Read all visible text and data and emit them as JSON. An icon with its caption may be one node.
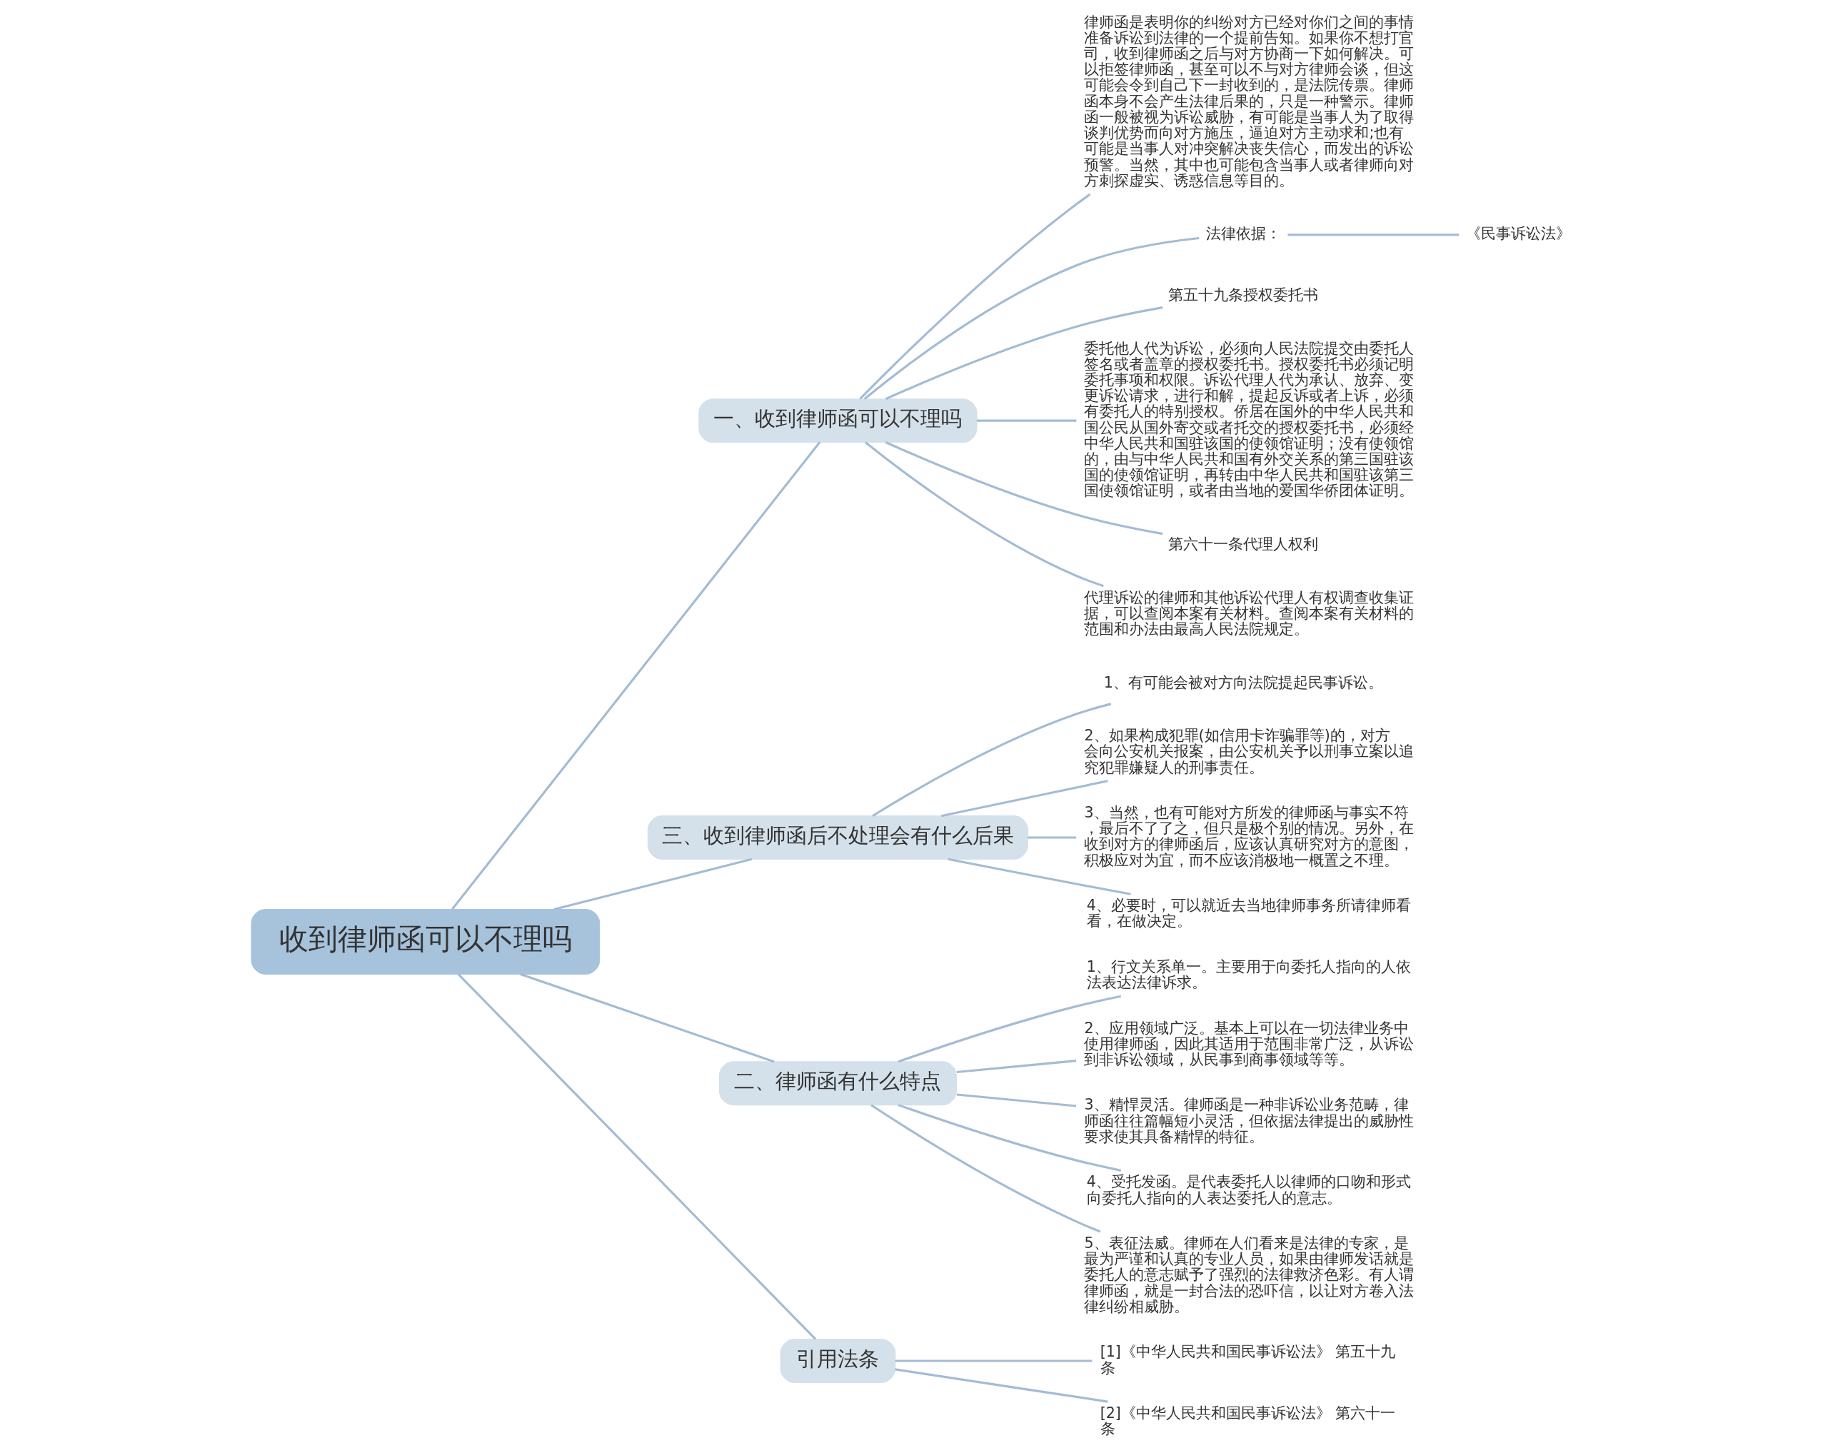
{
  "diagram": {
    "nodes": [
      {
        "text": [
          "收到律师函可以不理吗"
        ]
      },
      {
        "text": [
          "一、收到律师函可以不理吗"
        ]
      },
      {
        "text": [
          "律师函是表明你的纠纷对方已经对你们之间的事情准备诉讼到法律的一个提前告知。如果你不想打官司，收到律师函之后与对方协商一下如何解决。可以拒签律师函，甚至可以不与对方律师会谈，但这可能会令到自己下一封收到的，是法院传票。律师函本身不会产生法律后果的，只是一种警示。律师函一般被视为诉讼威胁，有可能是当事人为了取得谈判优势而向对方施压，逼迫对方主动求和;也有可能是当事人对冲突解决丧失信心，而发出的诉讼预警。当然，其中也可能包含当事人或者律师向对方刺探虚实、诱惑信息等目的。"
        ]
      },
      {
        "text": [
          "法律依据："
        ]
      },
      {
        "text": [
          "《民事诉讼法》"
        ]
      },
      {
        "text": [
          "第五十九条授权委托书"
        ]
      },
      {
        "text": [
          "委托他人代为诉讼，必须向人民法院提交由委托人签名或者盖章的授权委托书。授权委托书必须记明委托事项和权限。诉讼代理人代为承认、放弃、变更诉讼请求，进行和解，提起反诉或者上诉，必须有委托人的特别授权。侨居在国外的中华人民共和国公民从国外寄交或者托交的授权委托书，必须经中华人民共和国驻该国的使领馆证明；没有使领馆的，由与中华人民共和国有外交关系的第三国驻该国的使领馆证明，再转由中华人民共和国驻该第三国使领馆证明，或者由当地的爱国华侨团体证明。"
        ]
      },
      {
        "text": [
          "第六十一条代理人权利"
        ]
      },
      {
        "text": [
          "代理诉讼的律师和其他诉讼代理人有权调查收集证据，可以查阅本案有关材料。查阅本案有关材料的范围和办法由最高人民法院规定。"
        ]
      },
      {
        "text": [
          "三、收到律师函后不处理会有什么后果"
        ]
      },
      {
        "text": [
          "1、有可能会被对方向法院提起民事诉讼。"
        ]
      },
      {
        "text": [
          "2、如果构成犯罪(如信用卡诈骗罪等)的，对方会向公安机关报案，由公安机关予以刑事立案以追究犯罪嫌疑人的刑事责任。"
        ]
      },
      {
        "text": [
          "3、当然，也有可能对方所发的律师函与事实不符，最后不了了之，但只是极个别的情况。另外，在收到对方的律师函后，应该认真研究对方的意图，积极应对为宜，而不应该消极地一概置之不理。"
        ]
      },
      {
        "text": [
          "4、必要时，可以就近去当地律师事务所请律师看看，在做决定。"
        ]
      },
      {
        "text": [
          "二、律师函有什么特点"
        ]
      },
      {
        "text": [
          "1、行文关系单一。主要用于向委托人指向的人依法表达法律诉求。"
        ]
      },
      {
        "text": [
          "2、应用领域广泛。基本上可以在一切法律业务中使用律师函，因此其适用于范围非常广泛，从诉讼到非诉讼领域，从民事到商事领域等等。"
        ]
      },
      {
        "text": [
          "3、精悍灵活。律师函是一种非诉讼业务范畴，律师函往往篇幅短小灵活，但依据法律提出的威胁性要求使其具备精悍的特征。"
        ]
      },
      {
        "text": [
          "4、受托发函。是代表委托人以律师的口吻和形式向委托人指向的人表达委托人的意志。"
        ]
      },
      {
        "text": [
          "5、表征法威。律师在人们看来是法律的专家，是最为严谨和认真的专业人员，如果由律师发话就是委托人的意志赋予了强烈的法律救济色彩。有人谓律师函，就是一封合法的恐吓信，以让对方卷入法律纠纷相威胁。"
        ]
      },
      {
        "text": [
          "引用法条"
        ]
      },
      {
        "text": [
          "[1]《中华人民共和国民事诉讼法》 第五十九条"
        ]
      },
      {
        "text": [
          "[2]《中华人民共和国民事诉讼法》 第六十一条"
        ]
      }
    ],
    "edges": [
      {
        "from": 0,
        "to": 1,
        "arrow": "none"
      },
      {
        "from": 1,
        "to": 2,
        "arrow": "none"
      },
      {
        "from": 1,
        "to": 3,
        "arrow": "none"
      },
      {
        "from": 3,
        "to": 4,
        "arrow": "none"
      },
      {
        "from": 1,
        "to": 5,
        "arrow": "none"
      },
      {
        "from": 1,
        "to": 6,
        "arrow": "none"
      },
      {
        "from": 1,
        "to": 7,
        "arrow": "none"
      },
      {
        "from": 1,
        "to": 8,
        "arrow": "none"
      },
      {
        "from": 0,
        "to": 9,
        "arrow": "none"
      },
      {
        "from": 9,
        "to": 10,
        "arrow": "none"
      },
      {
        "from": 9,
        "to": 11,
        "arrow": "none"
      },
      {
        "from": 9,
        "to": 12,
        "arrow": "none"
      },
      {
        "from": 9,
        "to": 13,
        "arrow": "none"
      },
      {
        "from": 0,
        "to": 14,
        "arrow": "none"
      },
      {
        "from": 14,
        "to": 15,
        "arrow": "none"
      },
      {
        "from": 14,
        "to": 16,
        "arrow": "none"
      },
      {
        "from": 14,
        "to": 17,
        "arrow": "none"
      },
      {
        "from": 14,
        "to": 18,
        "arrow": "none"
      },
      {
        "from": 14,
        "to": 19,
        "arrow": "none"
      },
      {
        "from": 0,
        "to": 20,
        "arrow": "none"
      },
      {
        "from": 20,
        "to": 21,
        "arrow": "none"
      },
      {
        "from": 20,
        "to": 22,
        "arrow": "none"
      }
    ]
  }
}
